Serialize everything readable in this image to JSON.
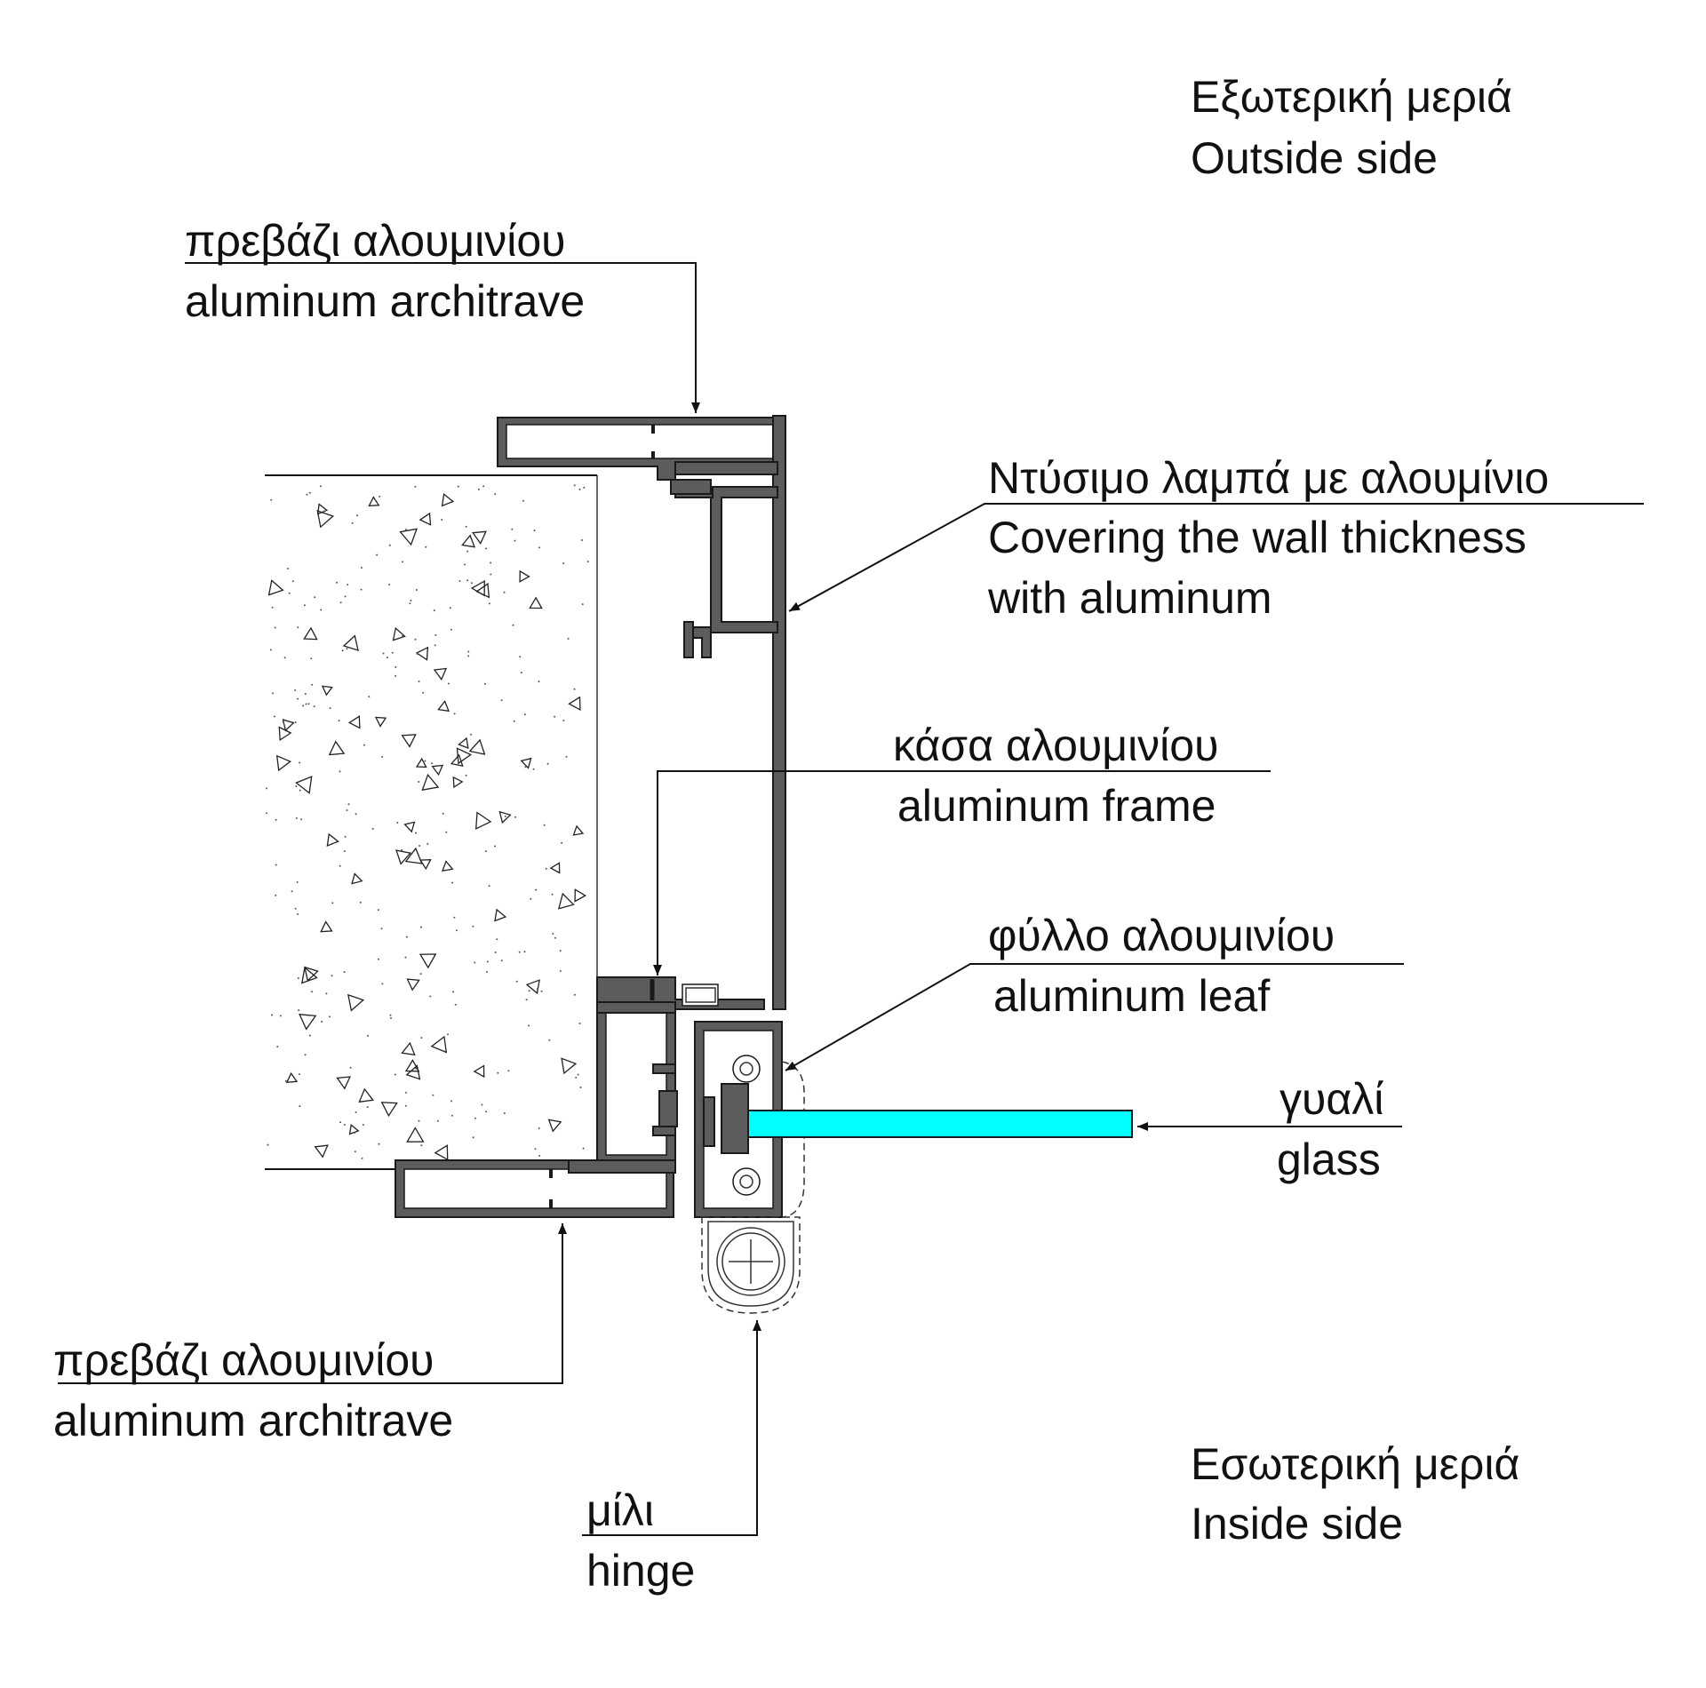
{
  "labels": {
    "outside_gr": "Εξωτερική μεριά",
    "outside_en": "Outside side",
    "architrave_top_gr": "πρεβάζι αλουμινίου",
    "architrave_top_en": "aluminum architrave",
    "covering_gr": "Ντύσιμο λαμπά με αλουμίνιο",
    "covering_en_1": "Covering the wall thickness",
    "covering_en_2": "with aluminum",
    "frame_gr": "κάσα αλουμινίου",
    "frame_en": "aluminum frame",
    "leaf_gr": "φύλλο αλουμινίου",
    "leaf_en": "aluminum leaf",
    "glass_gr": "γυαλί",
    "glass_en": "glass",
    "architrave_bottom_gr": "πρεβάζι αλουμινίου",
    "architrave_bottom_en": "aluminum architrave",
    "hinge_gr": "μίλι",
    "hinge_en": "hinge",
    "inside_gr": "Εσωτερική μεριά",
    "inside_en": "Inside side"
  },
  "colors": {
    "glass": "#00FFFF",
    "profile": "#5C5C5C",
    "line": "#111111"
  }
}
